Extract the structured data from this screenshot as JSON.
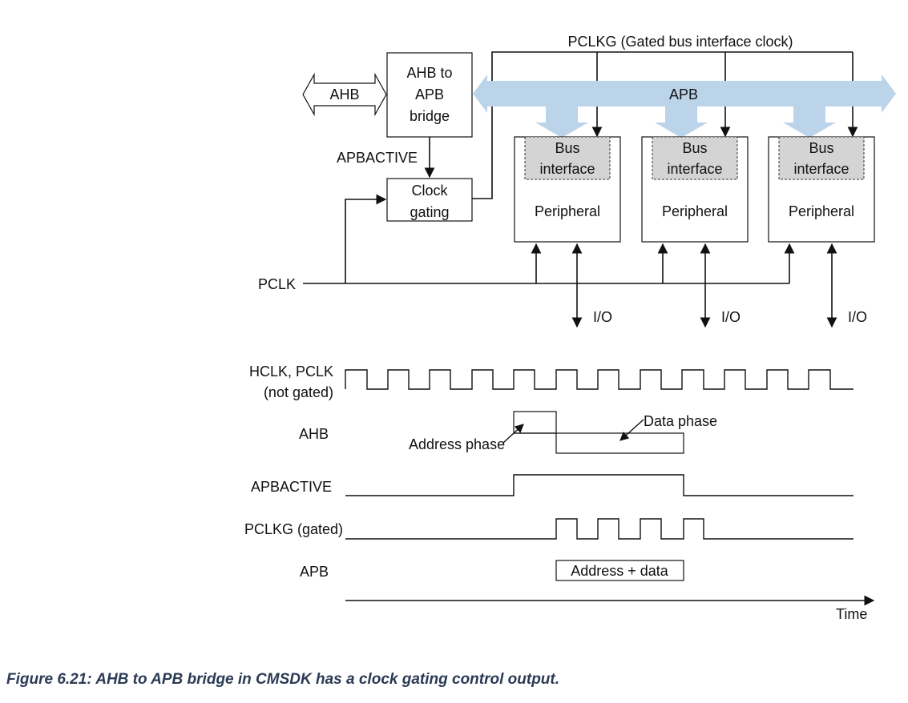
{
  "colors": {
    "line": "#111111",
    "apb_bus": "#bcd4ea",
    "bus_interface_fill": "#d4d4d4",
    "caption": "#2b3a55"
  },
  "block_diagram": {
    "pclkg_label": "PCLKG (Gated bus interface clock)",
    "ahb_label": "AHB",
    "apb_label": "APB",
    "bridge_lines": [
      "AHB to",
      "APB",
      "bridge"
    ],
    "apbactive_label": "APBACTIVE",
    "clock_gating_lines": [
      "Clock",
      "gating"
    ],
    "pclk_label": "PCLK",
    "peripherals": [
      {
        "bus_interface_lines": [
          "Bus",
          "interface"
        ],
        "label": "Peripheral",
        "io_label": "I/O"
      },
      {
        "bus_interface_lines": [
          "Bus",
          "interface"
        ],
        "label": "Peripheral",
        "io_label": "I/O"
      },
      {
        "bus_interface_lines": [
          "Bus",
          "interface"
        ],
        "label": "Peripheral",
        "io_label": "I/O"
      }
    ]
  },
  "timing": {
    "hclk_lines": [
      "HCLK, PCLK",
      "(not gated)"
    ],
    "ahb_label": "AHB",
    "address_phase": "Address phase",
    "data_phase": "Data phase",
    "apbactive_label": "APBACTIVE",
    "pclkg_label": "PCLKG (gated)",
    "apb_label": "APB",
    "apb_transfer": "Address + data",
    "time_label": "Time"
  },
  "caption": "Figure 6.21: AHB to APB bridge in CMSDK has a clock gating control output."
}
